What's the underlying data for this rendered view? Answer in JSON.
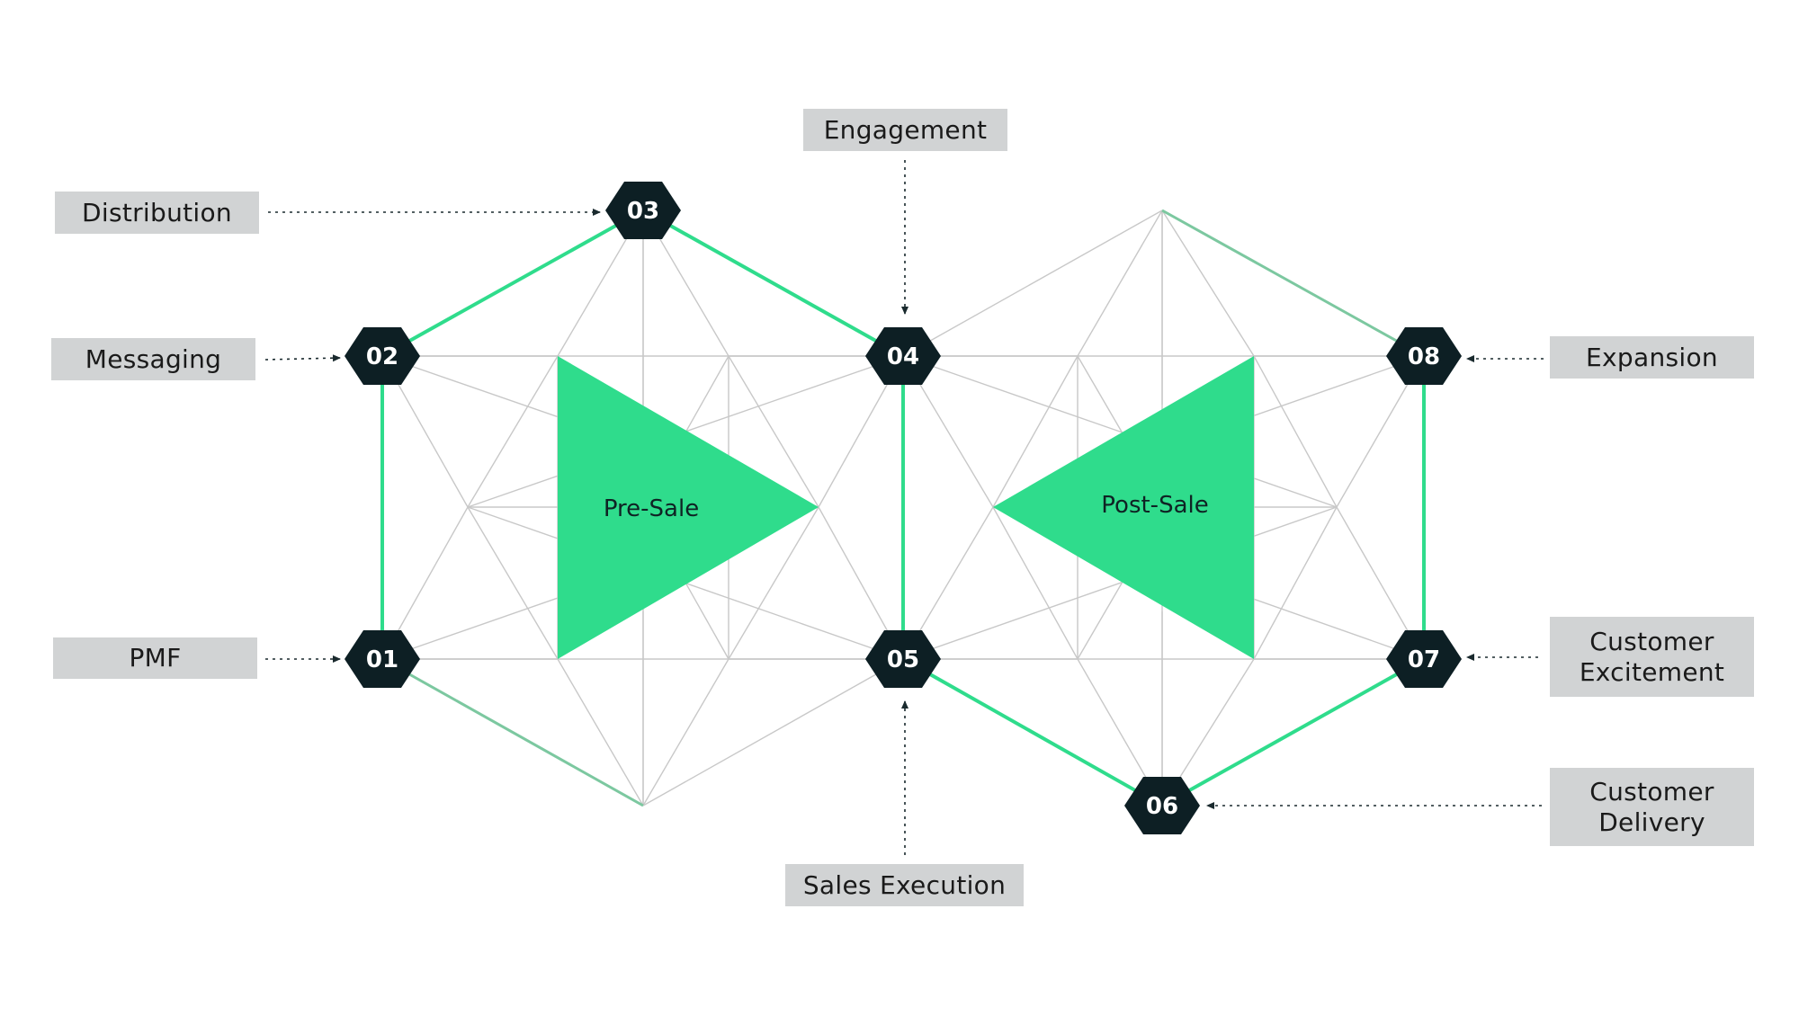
{
  "colors": {
    "accent": "#2fdc8c",
    "node": "#0d1f24",
    "grid_line": "#c8c8c8",
    "label_bg": "#d1d3d4",
    "connector": "#1a2a2e"
  },
  "triangles": {
    "pre_sale": "Pre-Sale",
    "post_sale": "Post-Sale"
  },
  "nodes": [
    "01",
    "02",
    "03",
    "04",
    "05",
    "06",
    "07",
    "08"
  ],
  "labels": {
    "pmf": "PMF",
    "messaging": "Messaging",
    "distribution": "Distribution",
    "engagement": "Engagement",
    "sales_execution": "Sales Execution",
    "expansion": "Expansion",
    "customer_excitement": [
      "Customer",
      "Excitement"
    ],
    "customer_delivery": [
      "Customer",
      "Delivery"
    ]
  }
}
